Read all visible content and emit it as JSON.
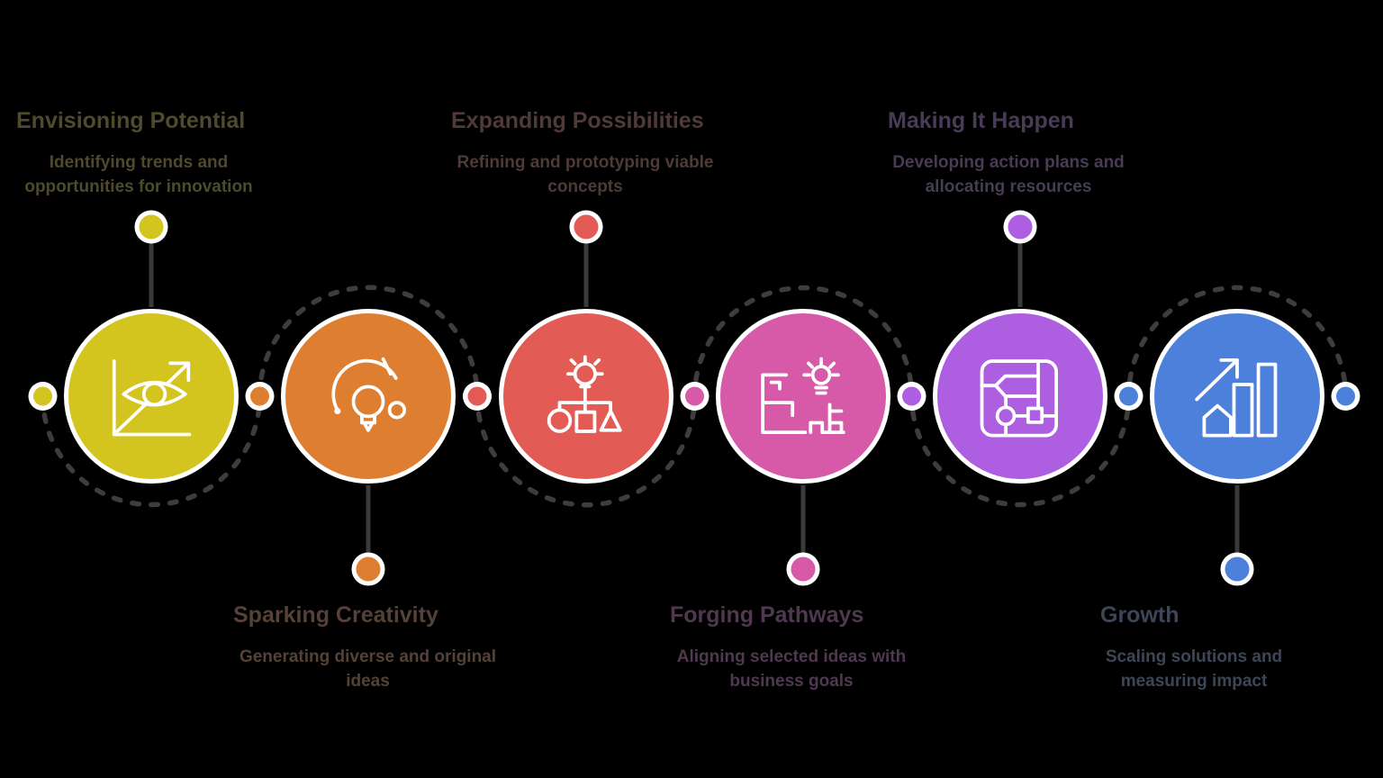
{
  "background_color": "#000000",
  "connector": {
    "dash_color": "#3d3d3d",
    "callout_line_color": "#3a3a3a",
    "ring_color": "#ffffff"
  },
  "steps": [
    {
      "id": 1,
      "label_position": "top",
      "title": "Envisioning Potential",
      "subtitle": "Identifying trends and opportunities for innovation",
      "color": "#d3c41f",
      "text_color": "#4e4a2d",
      "icon": "eye-trend-chart-icon"
    },
    {
      "id": 2,
      "label_position": "bottom",
      "title": "Sparking Creativity",
      "subtitle": "Generating diverse and original ideas",
      "color": "#de7e30",
      "text_color": "#554137",
      "icon": "lightbulb-gauge-icon"
    },
    {
      "id": 3,
      "label_position": "top",
      "title": "Expanding Possibilities",
      "subtitle": "Refining and prototyping viable concepts",
      "color": "#e25b55",
      "text_color": "#4f3a38",
      "icon": "idea-prototype-shapes-icon"
    },
    {
      "id": 4,
      "label_position": "bottom",
      "title": "Forging Pathways",
      "subtitle": "Aligning selected ideas with business goals",
      "color": "#d75aa8",
      "text_color": "#4f3850",
      "icon": "maze-lightbulb-icon"
    },
    {
      "id": 5,
      "label_position": "top",
      "title": "Making It Happen",
      "subtitle": "Developing action plans and allocating resources",
      "color": "#ad5ee1",
      "text_color": "#483b56",
      "icon": "strategy-map-icon"
    },
    {
      "id": 6,
      "label_position": "bottom",
      "title": "Growth",
      "subtitle": "Scaling solutions and measuring impact",
      "color": "#4d80db",
      "text_color": "#3d4657",
      "icon": "growth-chart-house-icon"
    }
  ]
}
